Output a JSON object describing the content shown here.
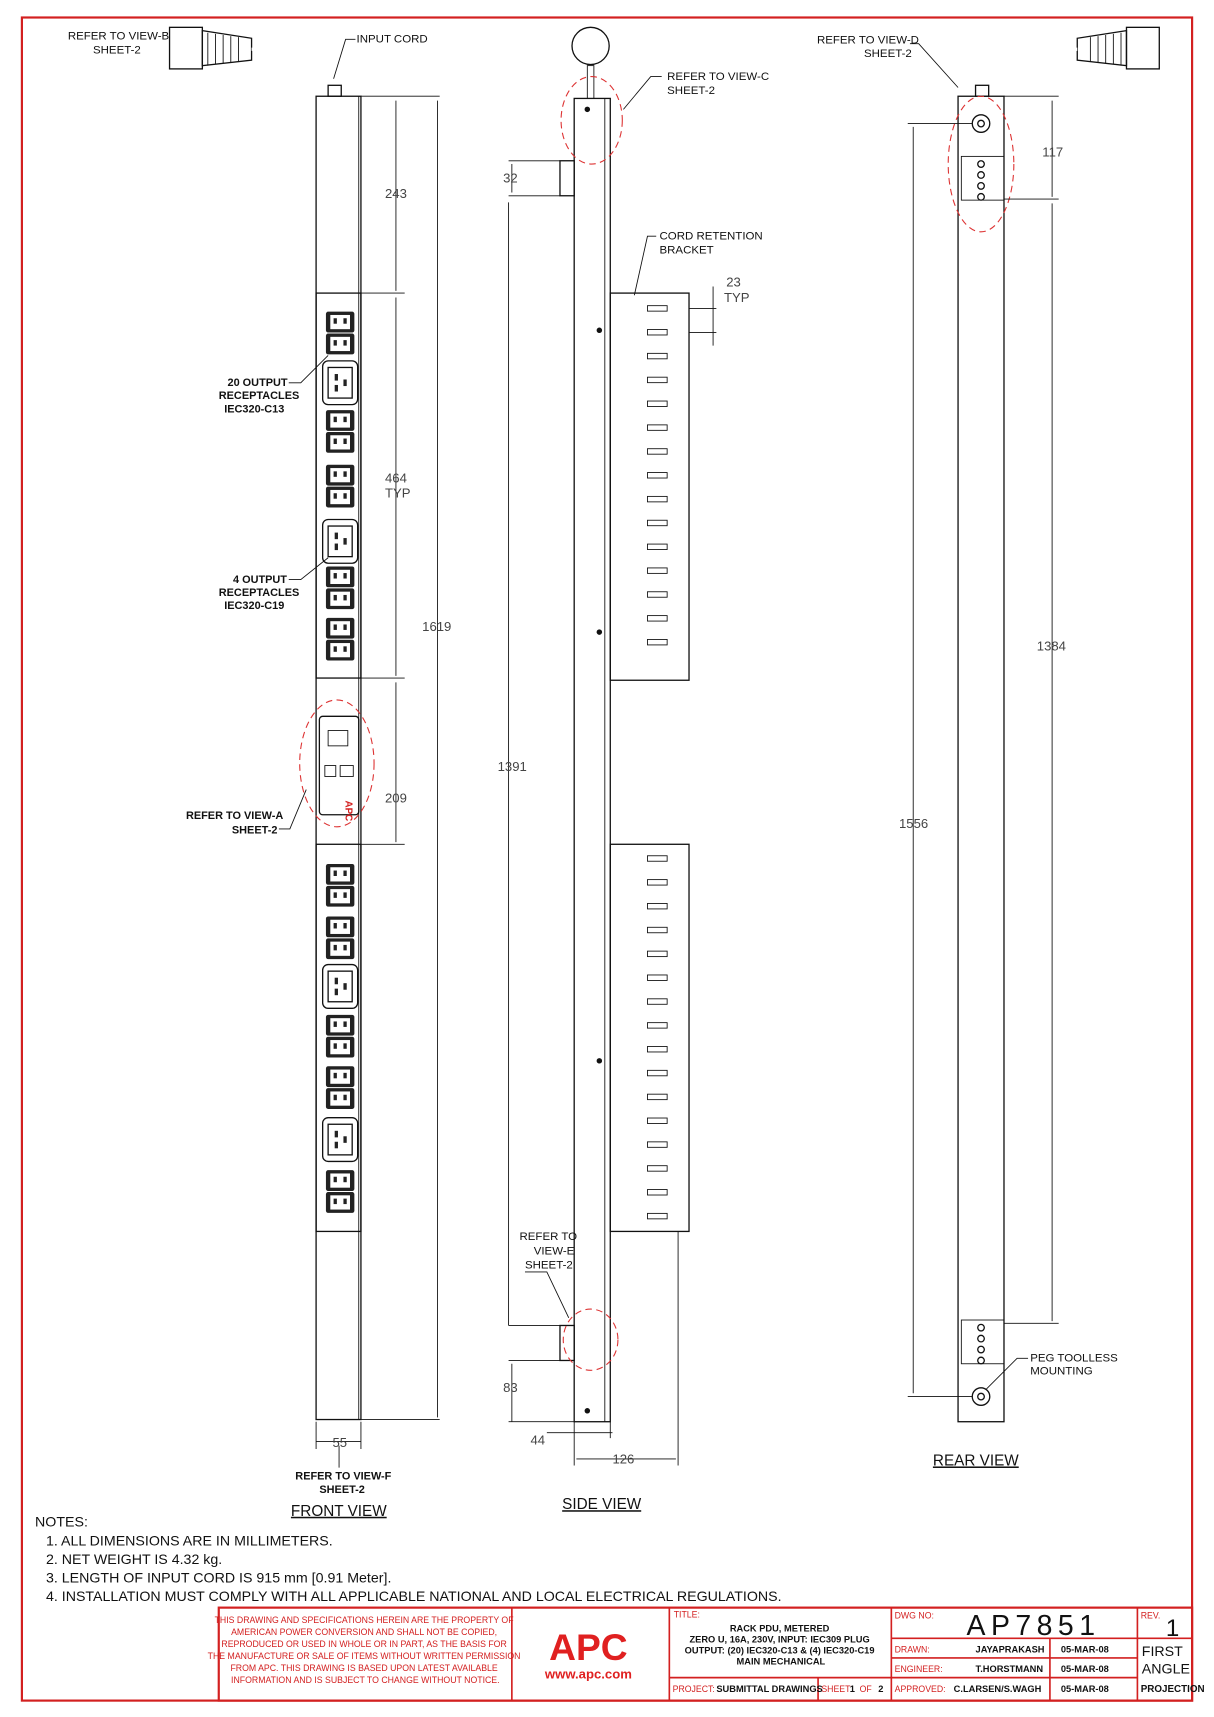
{
  "front_view": {
    "title": "FRONT VIEW",
    "refer_view_b": [
      "REFER TO VIEW-B",
      "SHEET-2"
    ],
    "input_cord": "INPUT CORD",
    "c13_label": [
      "20 OUTPUT",
      "RECEPTACLES",
      "IEC320-C13"
    ],
    "c19_label": [
      "4 OUTPUT",
      "RECEPTACLES",
      "IEC320-C19"
    ],
    "refer_view_a": [
      "REFER TO VIEW-A",
      "SHEET-2"
    ],
    "refer_view_f": [
      "REFER TO VIEW-F",
      "SHEET-2"
    ],
    "dims": {
      "top": "243",
      "module": "464",
      "module_typ": "TYP",
      "display": "209",
      "overall": "1619",
      "width": "55"
    }
  },
  "side_view": {
    "title": "SIDE VIEW",
    "refer_view_c": [
      "REFER TO VIEW-C",
      "SHEET-2"
    ],
    "cord_retention": [
      "CORD RETENTION",
      "BRACKET"
    ],
    "refer_view_e": [
      "REFER TO",
      "VIEW-E",
      "SHEET-2"
    ],
    "dims": {
      "bracket": "32",
      "pitch": "23",
      "pitch_typ": "TYP",
      "length": "1391",
      "bottom": "83",
      "depth": "44",
      "total_depth": "126"
    }
  },
  "rear_view": {
    "title": "REAR VIEW",
    "refer_view_d": [
      "REFER TO VIEW-D",
      "SHEET-2"
    ],
    "peg_mounting": [
      "PEG TOOLLESS",
      "MOUNTING"
    ],
    "dims": {
      "top": "117",
      "pegs": "1556",
      "inner": "1384"
    }
  },
  "notes": {
    "heading": "NOTES:",
    "items": [
      "1. ALL DIMENSIONS ARE IN MILLIMETERS.",
      "2. NET WEIGHT IS 4.32 kg.",
      "3. LENGTH OF INPUT CORD IS 915 mm [0.91 Meter].",
      "4. INSTALLATION MUST COMPLY WITH ALL APPLICABLE NATIONAL AND LOCAL ELECTRICAL REGULATIONS."
    ]
  },
  "title_block": {
    "property_notice": [
      "THIS DRAWING AND SPECIFICATIONS HEREIN ARE THE PROPERTY OF",
      "AMERICAN POWER CONVERSION AND SHALL NOT BE COPIED,",
      "REPRODUCED OR USED IN WHOLE OR IN PART, AS THE BASIS FOR",
      "THE MANUFACTURE OR SALE OF ITEMS WITHOUT WRITTEN PERMISSION",
      "FROM APC. THIS DRAWING IS BASED UPON LATEST AVAILABLE",
      "INFORMATION AND IS SUBJECT TO CHANGE WITHOUT NOTICE."
    ],
    "logo": "APC",
    "website": "www.apc.com",
    "title_label": "TITLE:",
    "title_lines": [
      "RACK PDU, METERED",
      "ZERO U, 16A, 230V,   INPUT: IEC309 PLUG",
      "OUTPUT: (20) IEC320-C13 & (4) IEC320-C19",
      "MAIN MECHANICAL"
    ],
    "project_label": "PROJECT:",
    "project": "SUBMITTAL DRAWINGS",
    "sheet_label": "SHEET",
    "sheet": "1",
    "of_label": "OF",
    "sheet_total": "2",
    "dwg_label": "DWG NO:",
    "dwg_no": "AP7851",
    "rev_label": "REV.",
    "rev": "1",
    "drawn_label": "DRAWN:",
    "drawn_by": "JAYAPRAKASH",
    "drawn_date": "05-MAR-08",
    "engineer_label": "ENGINEER:",
    "engineer": "T.HORSTMANN",
    "engineer_date": "05-MAR-08",
    "approved_label": "APPROVED:",
    "approved_by": "C.LARSEN/S.WAGH",
    "approved_date": "05-MAR-08",
    "projection": [
      "FIRST",
      "ANGLE",
      "PROJECTION"
    ]
  },
  "colors": {
    "border": "#d32020",
    "line": "#111111"
  }
}
